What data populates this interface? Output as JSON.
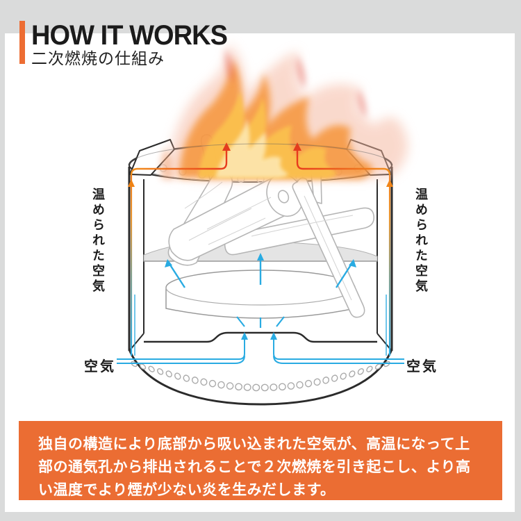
{
  "header": {
    "title": "HOW IT WORKS",
    "subtitle": "二次燃焼の仕組み",
    "accent_color": "#ed6d33"
  },
  "diagram": {
    "label_heated_air_left": "温められた空気",
    "label_heated_air_right": "温められた空気",
    "label_air_left": "空気",
    "label_air_right": "空気",
    "colors": {
      "cold_air_arrow": "#29abe2",
      "heated_air_arrow": "#f08314",
      "flame_arrow_red": "#e33c1e",
      "outline": "#2b2b2b"
    },
    "bottom_vent_hole_count": 30,
    "rim_vent_hole_count": 11
  },
  "description_box": {
    "bg_color": "#eb6d33",
    "lines": [
      "独自の構造により底部から吸い込まれた空気が、高温になって上",
      "部の通気孔から排出されることで２次燃焼を引き起こし、より高",
      "い温度でより煙が少ない炎を生みだします。"
    ]
  }
}
